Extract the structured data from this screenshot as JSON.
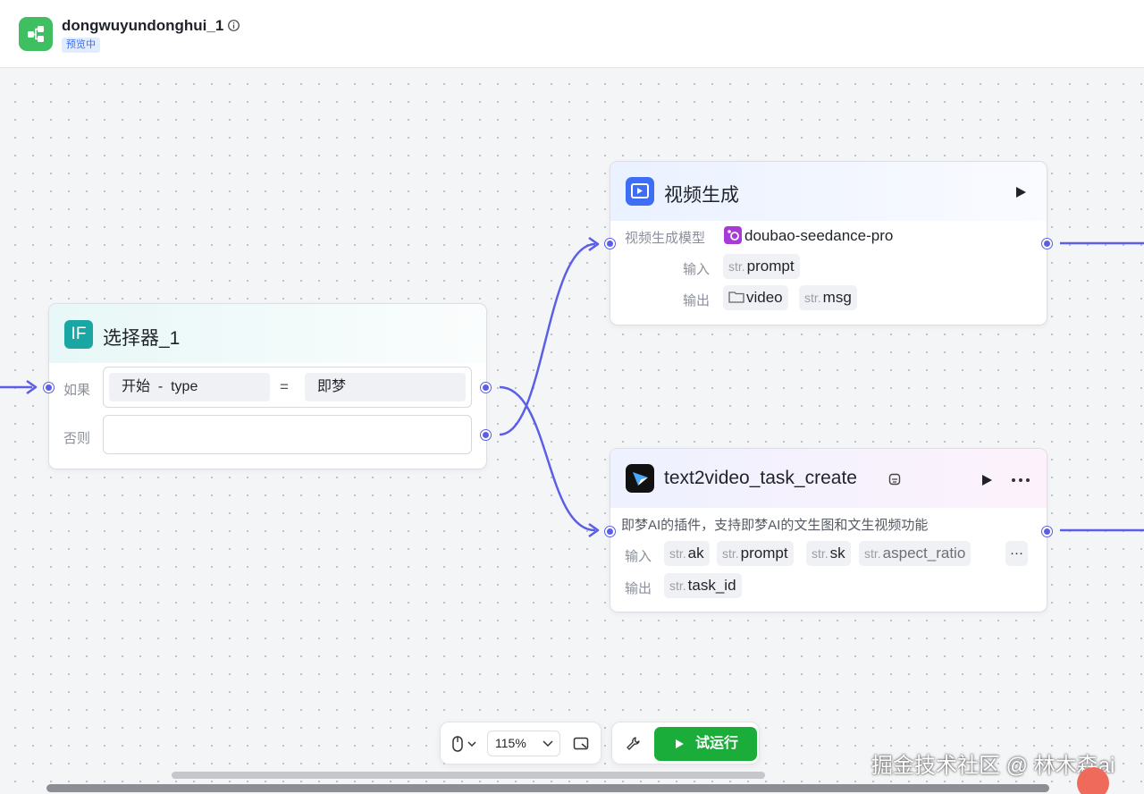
{
  "header": {
    "app_title": "dongwuyundonghui_1",
    "status_badge": "预览中"
  },
  "selector_node": {
    "title": "选择器_1",
    "icon_text": "IF",
    "if_label": "如果",
    "else_label": "否则",
    "condition": {
      "left": "开始  -  type",
      "operator": "=",
      "right": "即梦"
    }
  },
  "video_node": {
    "title": "视频生成",
    "model_label": "视频生成模型",
    "model_name": "doubao-seedance-pro",
    "input_label": "输入",
    "output_label": "输出",
    "str_prefix": "str.",
    "inputs": [
      "prompt"
    ],
    "outputs": [
      {
        "type_icon": "folder-icon",
        "name": "video"
      },
      {
        "type": "str.",
        "name": "msg"
      }
    ]
  },
  "t2v_node": {
    "title": "text2video_task_create",
    "description": "即梦AI的插件，支持即梦AI的文生图和文生视频功能",
    "input_label": "输入",
    "output_label": "输出",
    "str_prefix": "str.",
    "inputs": [
      "ak",
      "prompt",
      "sk",
      "aspect_ratio"
    ],
    "outputs": [
      "task_id"
    ],
    "more_label": "···"
  },
  "bottom_toolbar": {
    "zoom_level": "115%",
    "run_label": "试运行"
  },
  "watermark": "掘金技术社区 @ 林木森ai",
  "colors": {
    "edge": "#5b5ee6",
    "run_button": "#1aad3a",
    "app_icon": "#3fbf62",
    "selector_icon": "#1aa7a3",
    "video_icon": "#3d6ef5"
  }
}
